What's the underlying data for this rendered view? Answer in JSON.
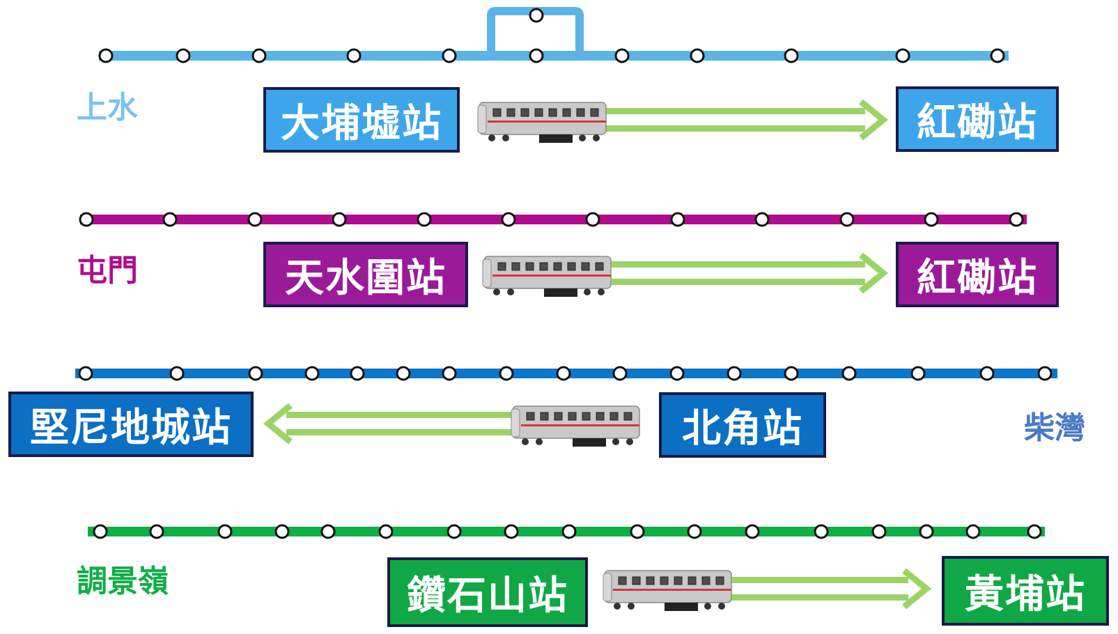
{
  "colors": {
    "east_rail": "#5bb4e5",
    "tuen_ma": "#b10b8e",
    "island": "#0b76cc",
    "kwun_tong": "#0fae46",
    "arrow": "#9ad466",
    "box_border": "#1a1a4a",
    "train_body": "#c9c9c9",
    "train_stripe": "#d9363e"
  },
  "routes": [
    {
      "line_name": "上水",
      "line_color": "#5bb4e5",
      "origin": "大埔墟站",
      "destination": "紅磡站",
      "direction": "right"
    },
    {
      "line_name": "屯門",
      "line_color": "#b10b8e",
      "origin": "天水圍站",
      "destination": "紅磡站",
      "direction": "right"
    },
    {
      "line_name": "柴灣",
      "line_color": "#0b76cc",
      "origin": "北角站",
      "destination": "堅尼地城站",
      "direction": "left"
    },
    {
      "line_name": "調景嶺",
      "line_color": "#0fae46",
      "origin": "鑽石山站",
      "destination": "黃埔站",
      "direction": "right"
    }
  ],
  "icons": [
    "train-icon",
    "right-arrow-icon",
    "left-arrow-icon",
    "station-dot-icon"
  ]
}
